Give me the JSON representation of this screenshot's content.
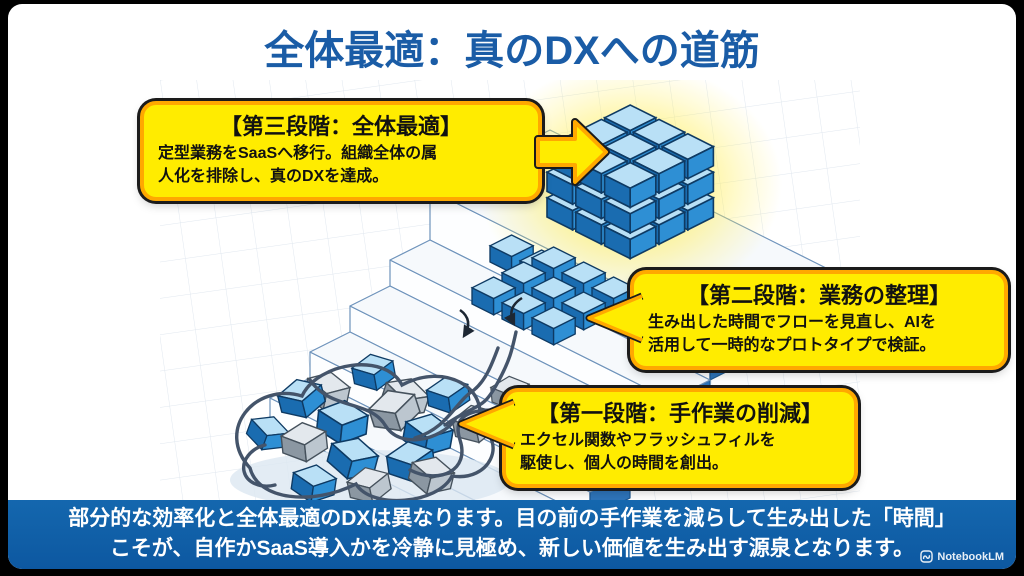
{
  "title": "全体最適：真のDXへの道筋",
  "callouts": {
    "stage3": {
      "heading": "【第三段階：全体最適】",
      "body_line1": "定型業務をSaaSへ移行。組織全体の属",
      "body_line2": "人化を排除し、真のDXを達成。"
    },
    "stage2": {
      "heading": "【第二段階：業務の整理】",
      "body_line1": "生み出した時間でフローを見直し、AIを",
      "body_line2": "活用して一時的なプロトタイプで検証。"
    },
    "stage1": {
      "heading": "【第一段階：手作業の削減】",
      "body_line1": "エクセル関数やフラッシュフィルを",
      "body_line2": "駆使し、個人の時間を創出。"
    }
  },
  "footer": {
    "line1": "部分的な効率化と全体最適のDXは異なります。目の前の手作業を減らして生み出した「時間」",
    "line2": "こそが、自作かSaaS導入かを冷静に見極め、新しい価値を生み出す源泉となります。",
    "watermark": "NotebookLM"
  },
  "colors": {
    "title_blue": "#1a5ca6",
    "footer_blue": "#0f5fa8",
    "callout_yellow": "#ffec00",
    "callout_border_orange": "#ffa800",
    "cube_blue": "#2e8fd4",
    "glow_yellow": "#ffee58"
  },
  "icons": {
    "stage3_arrow": "right-block-arrow",
    "stage3_visual": "assembled-cube-grid",
    "stage2_visual": "organized-cubes",
    "stage1_visual": "tangled-cubes-with-wires",
    "watermark_logo": "notebooklm-logo"
  }
}
